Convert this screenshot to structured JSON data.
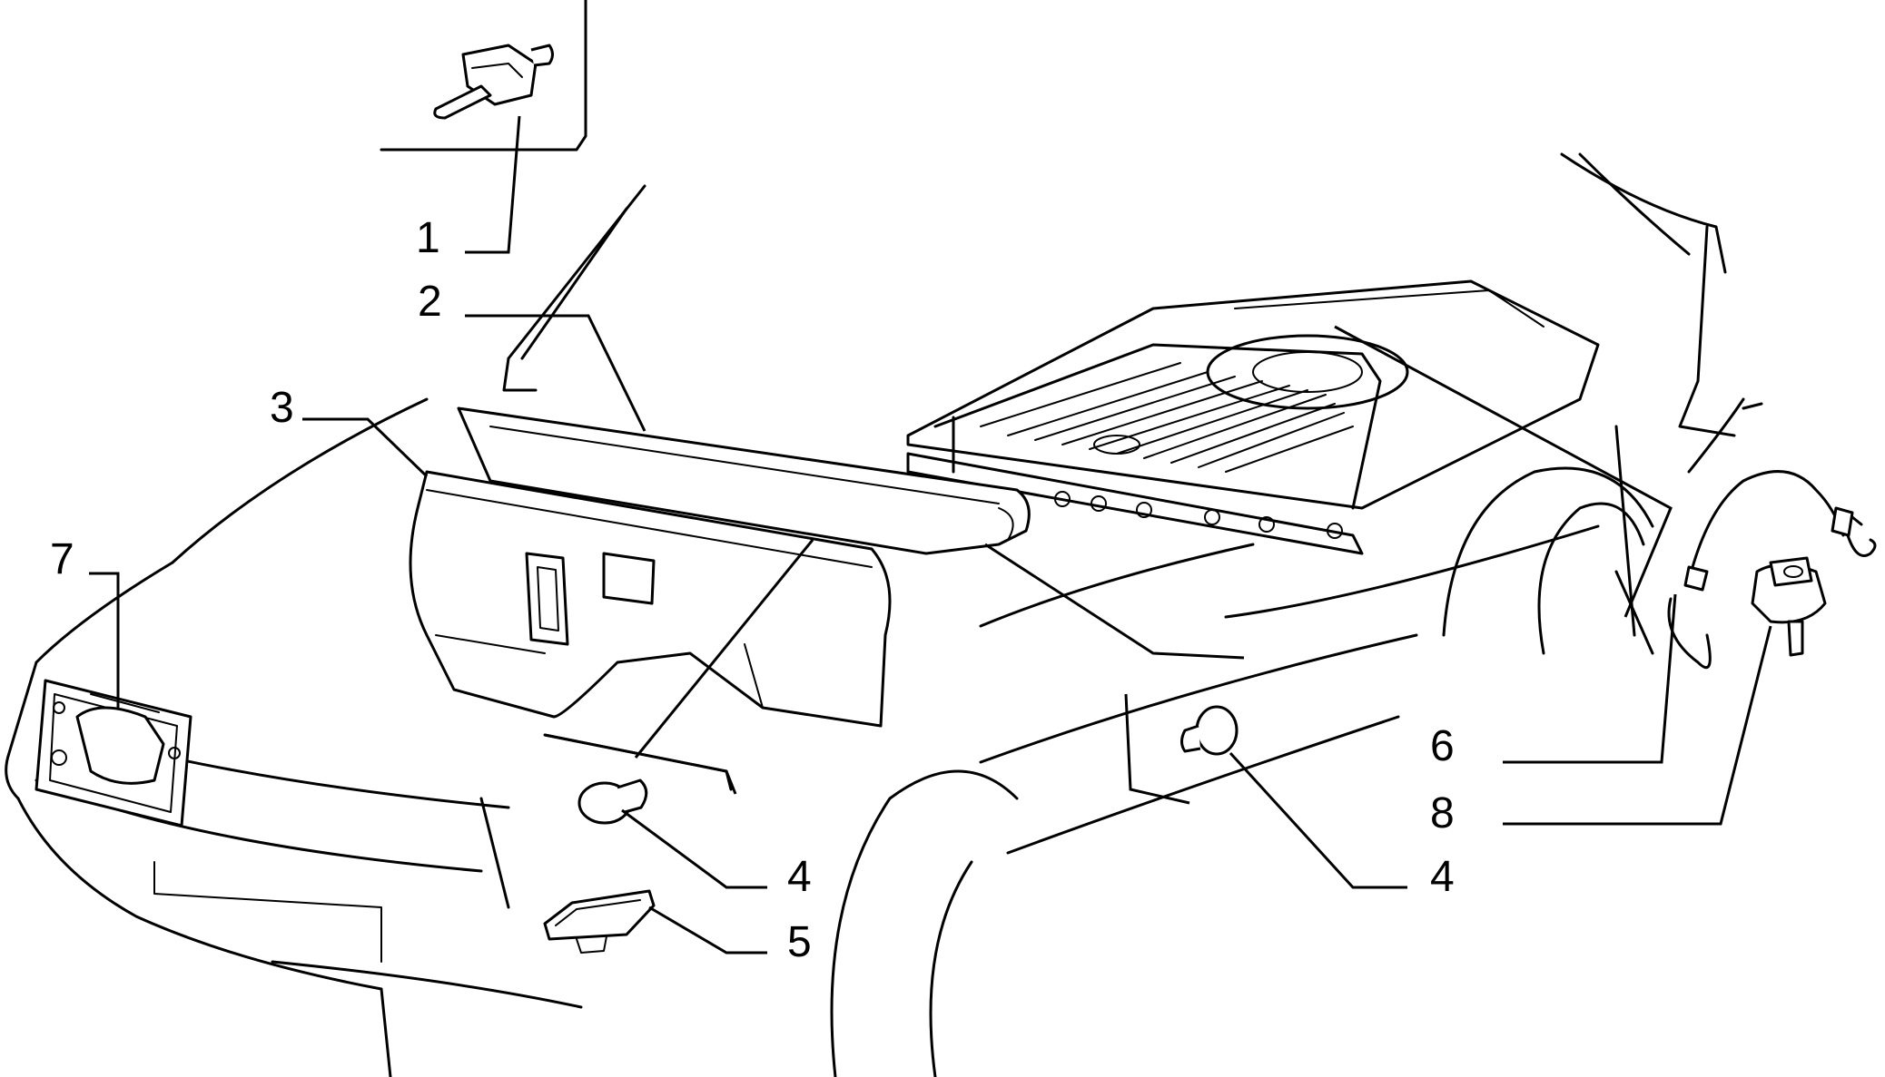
{
  "callouts": [
    {
      "id": "callout-1",
      "text": "1"
    },
    {
      "id": "callout-2",
      "text": "2"
    },
    {
      "id": "callout-3",
      "text": "3"
    },
    {
      "id": "callout-7",
      "text": "7"
    },
    {
      "id": "callout-4-left",
      "text": "4"
    },
    {
      "id": "callout-5",
      "text": "5"
    },
    {
      "id": "callout-4-right",
      "text": "4"
    },
    {
      "id": "callout-6",
      "text": "6"
    },
    {
      "id": "callout-8",
      "text": "8"
    }
  ]
}
